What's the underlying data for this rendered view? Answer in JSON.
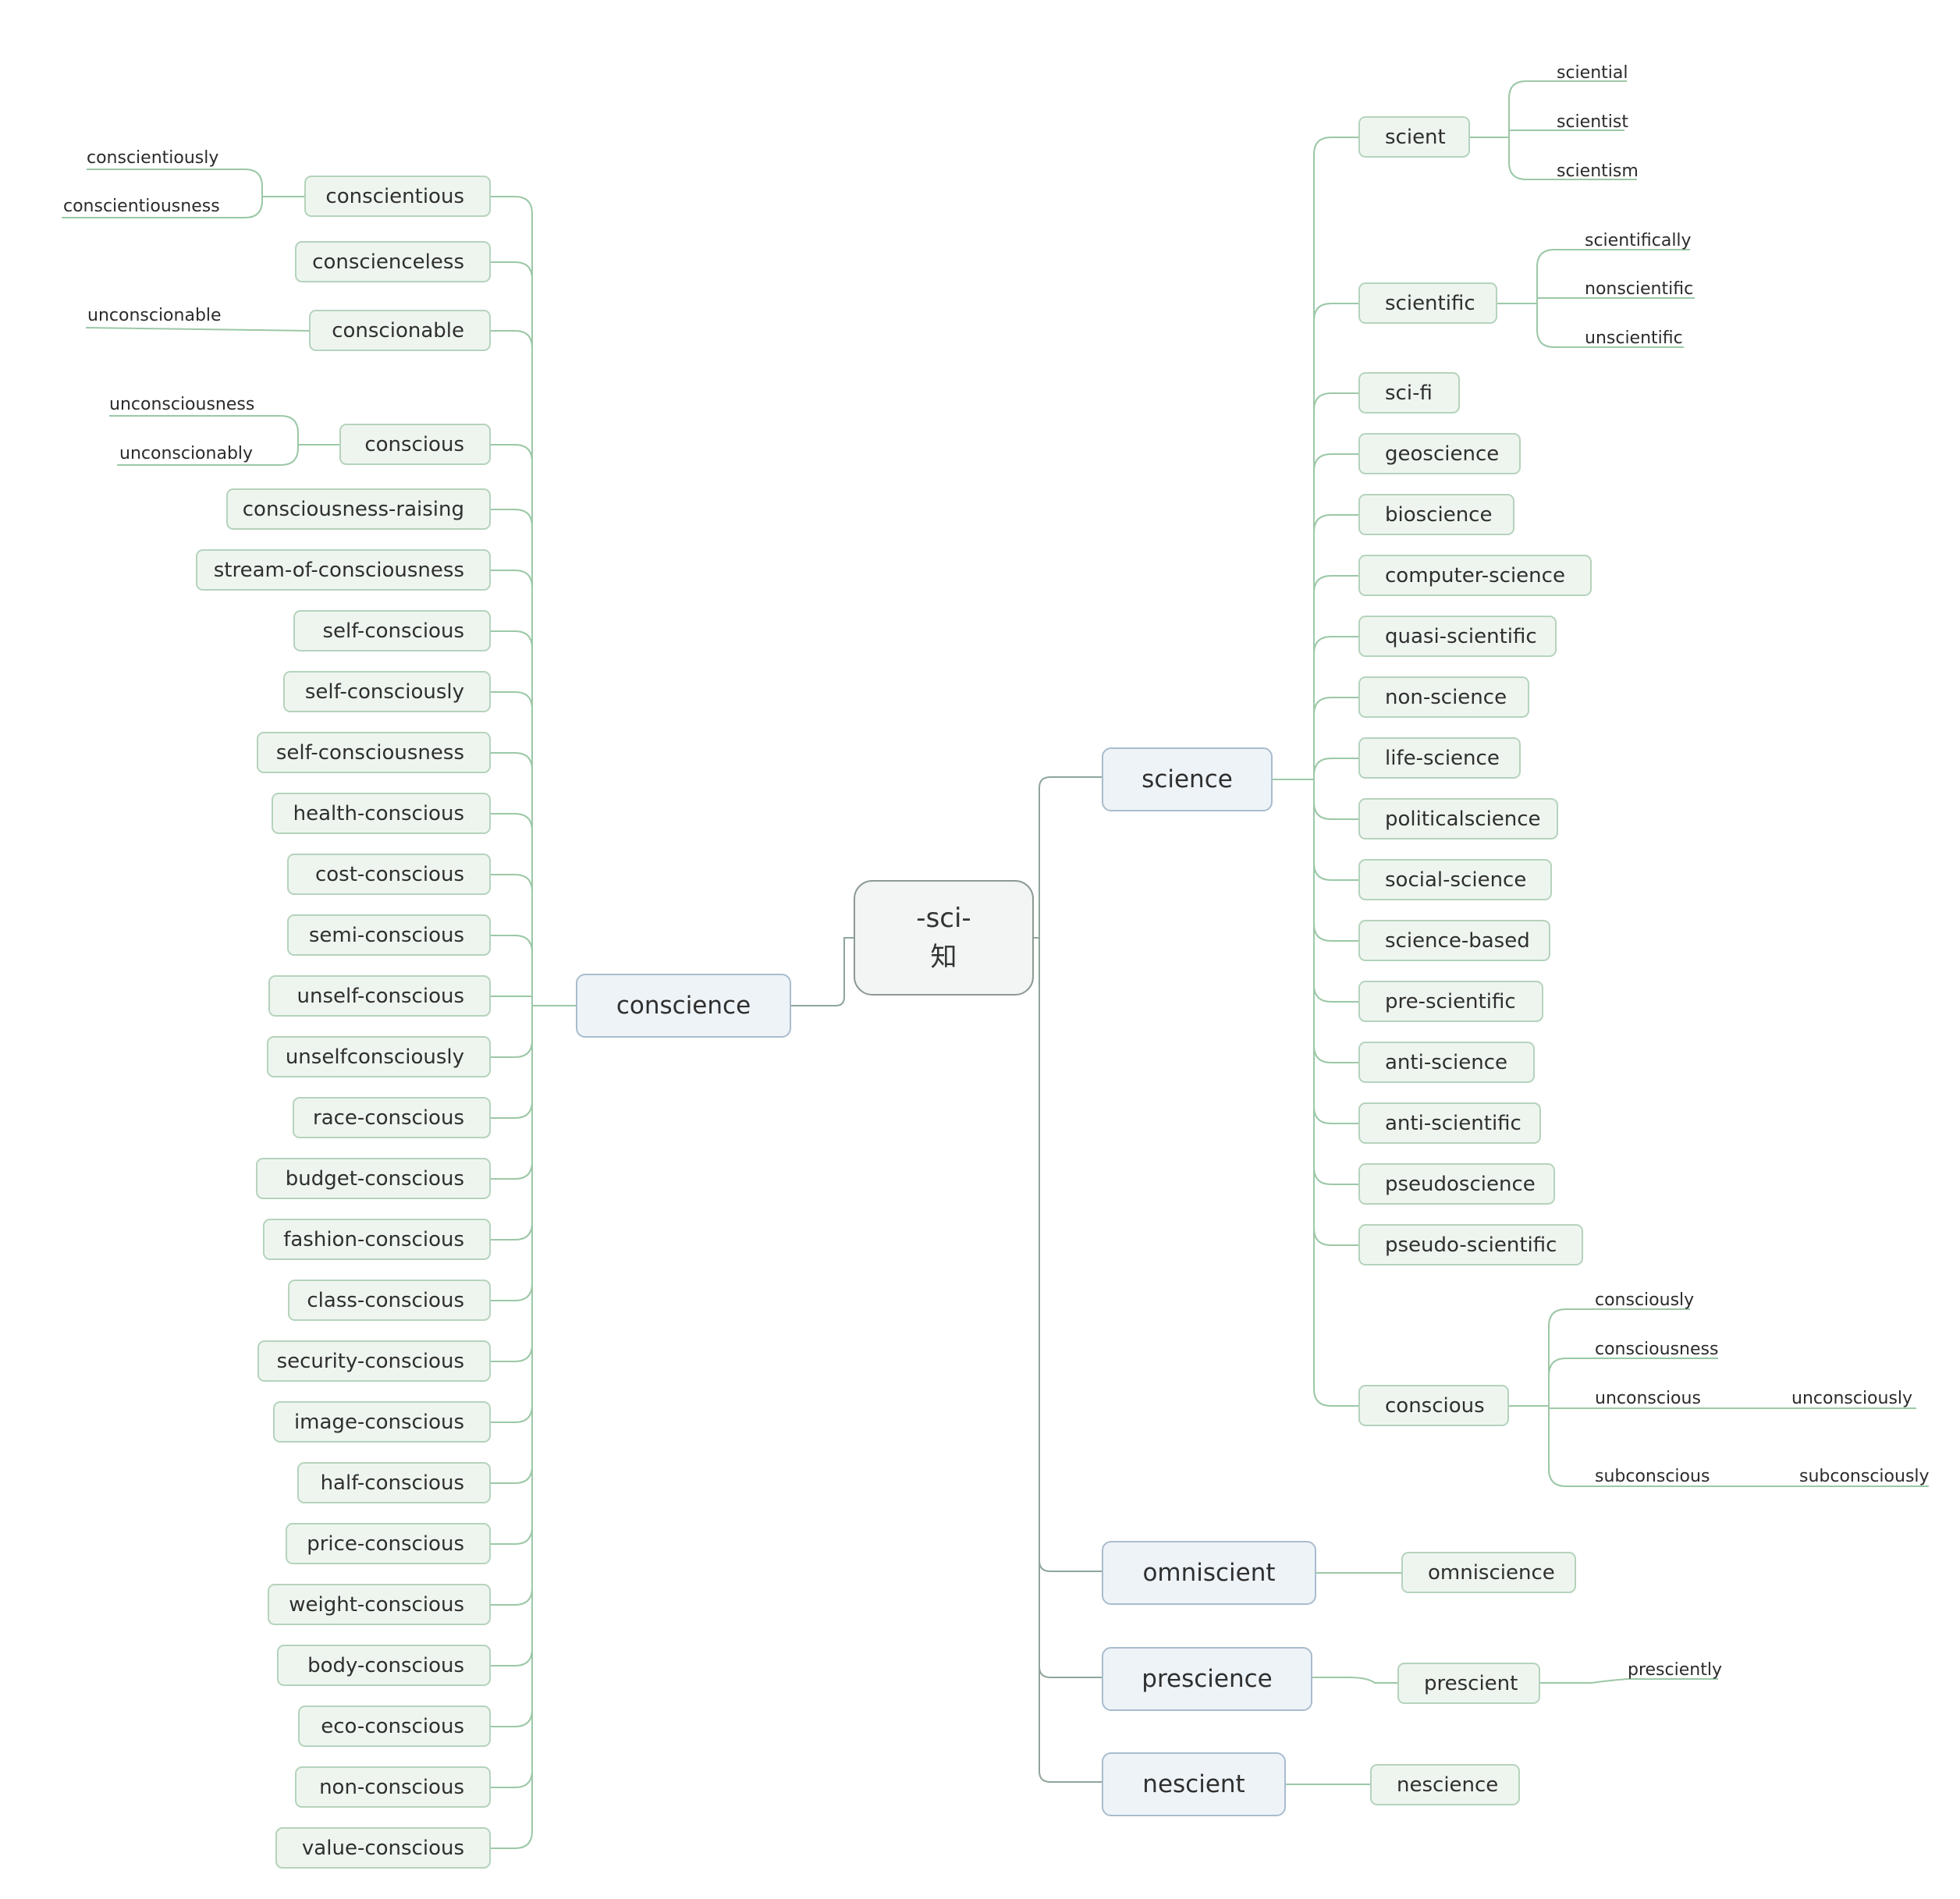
{
  "root": {
    "line1": "-sci-",
    "line2": "知"
  },
  "right": {
    "science": {
      "label": "science",
      "children": [
        {
          "label": "scient",
          "children": [
            "sciential",
            "scientist",
            "scientism"
          ]
        },
        {
          "label": "scientific",
          "children": [
            "scientifically",
            "nonscientific",
            "unscientific"
          ]
        },
        {
          "label": "sci-fi"
        },
        {
          "label": "geoscience"
        },
        {
          "label": "bioscience"
        },
        {
          "label": "computer-science"
        },
        {
          "label": "quasi-scientific"
        },
        {
          "label": "non-science"
        },
        {
          "label": "life-science"
        },
        {
          "label": "politicalscience"
        },
        {
          "label": "social-science"
        },
        {
          "label": "science-based"
        },
        {
          "label": "pre-scientific"
        },
        {
          "label": "anti-science"
        },
        {
          "label": "anti-scientific"
        },
        {
          "label": "pseudoscience"
        },
        {
          "label": "pseudo-scientific"
        },
        {
          "label": "conscious",
          "children": [
            "consciously",
            "consciousness",
            "unconscious",
            "subconscious"
          ],
          "grandchildren": {
            "unconscious": "unconsciously",
            "subconscious": "subconsciously"
          }
        }
      ]
    },
    "omniscient": {
      "label": "omniscient",
      "child": "omniscience"
    },
    "prescience": {
      "label": "prescience",
      "child": "prescient",
      "grandchild": "presciently"
    },
    "nescient": {
      "label": "nescient",
      "child": "nescience"
    }
  },
  "left": {
    "conscience": {
      "label": "conscience",
      "children": [
        {
          "label": "conscientious",
          "children": [
            "conscientiously",
            "conscientiousness"
          ]
        },
        {
          "label": "conscienceless"
        },
        {
          "label": "conscionable",
          "children": [
            "unconscionable"
          ]
        },
        {
          "label": "conscious",
          "children": [
            "unconsciousness",
            "unconscionably"
          ]
        },
        {
          "label": "consciousness-raising"
        },
        {
          "label": "stream-of-consciousness"
        },
        {
          "label": "self-conscious"
        },
        {
          "label": "self-consciously"
        },
        {
          "label": "self-consciousness"
        },
        {
          "label": "health-conscious"
        },
        {
          "label": "cost-conscious"
        },
        {
          "label": "semi-conscious"
        },
        {
          "label": "unself-conscious"
        },
        {
          "label": "unselfconsciously"
        },
        {
          "label": "race-conscious"
        },
        {
          "label": "budget-conscious"
        },
        {
          "label": "fashion-conscious"
        },
        {
          "label": "class-conscious"
        },
        {
          "label": "security-conscious"
        },
        {
          "label": "image-conscious"
        },
        {
          "label": "half-conscious"
        },
        {
          "label": "price-conscious"
        },
        {
          "label": "weight-conscious"
        },
        {
          "label": "body-conscious"
        },
        {
          "label": "eco-conscious"
        },
        {
          "label": "non-conscious"
        },
        {
          "label": "value-conscious"
        }
      ]
    }
  },
  "colors": {
    "connector": "#9cc8a7",
    "root_border": "#8d9a94",
    "main_fill": "#eef3f8",
    "main_border": "#a9bccd",
    "sub_fill": "#eef5ef",
    "sub_border": "#b5d3bc"
  }
}
